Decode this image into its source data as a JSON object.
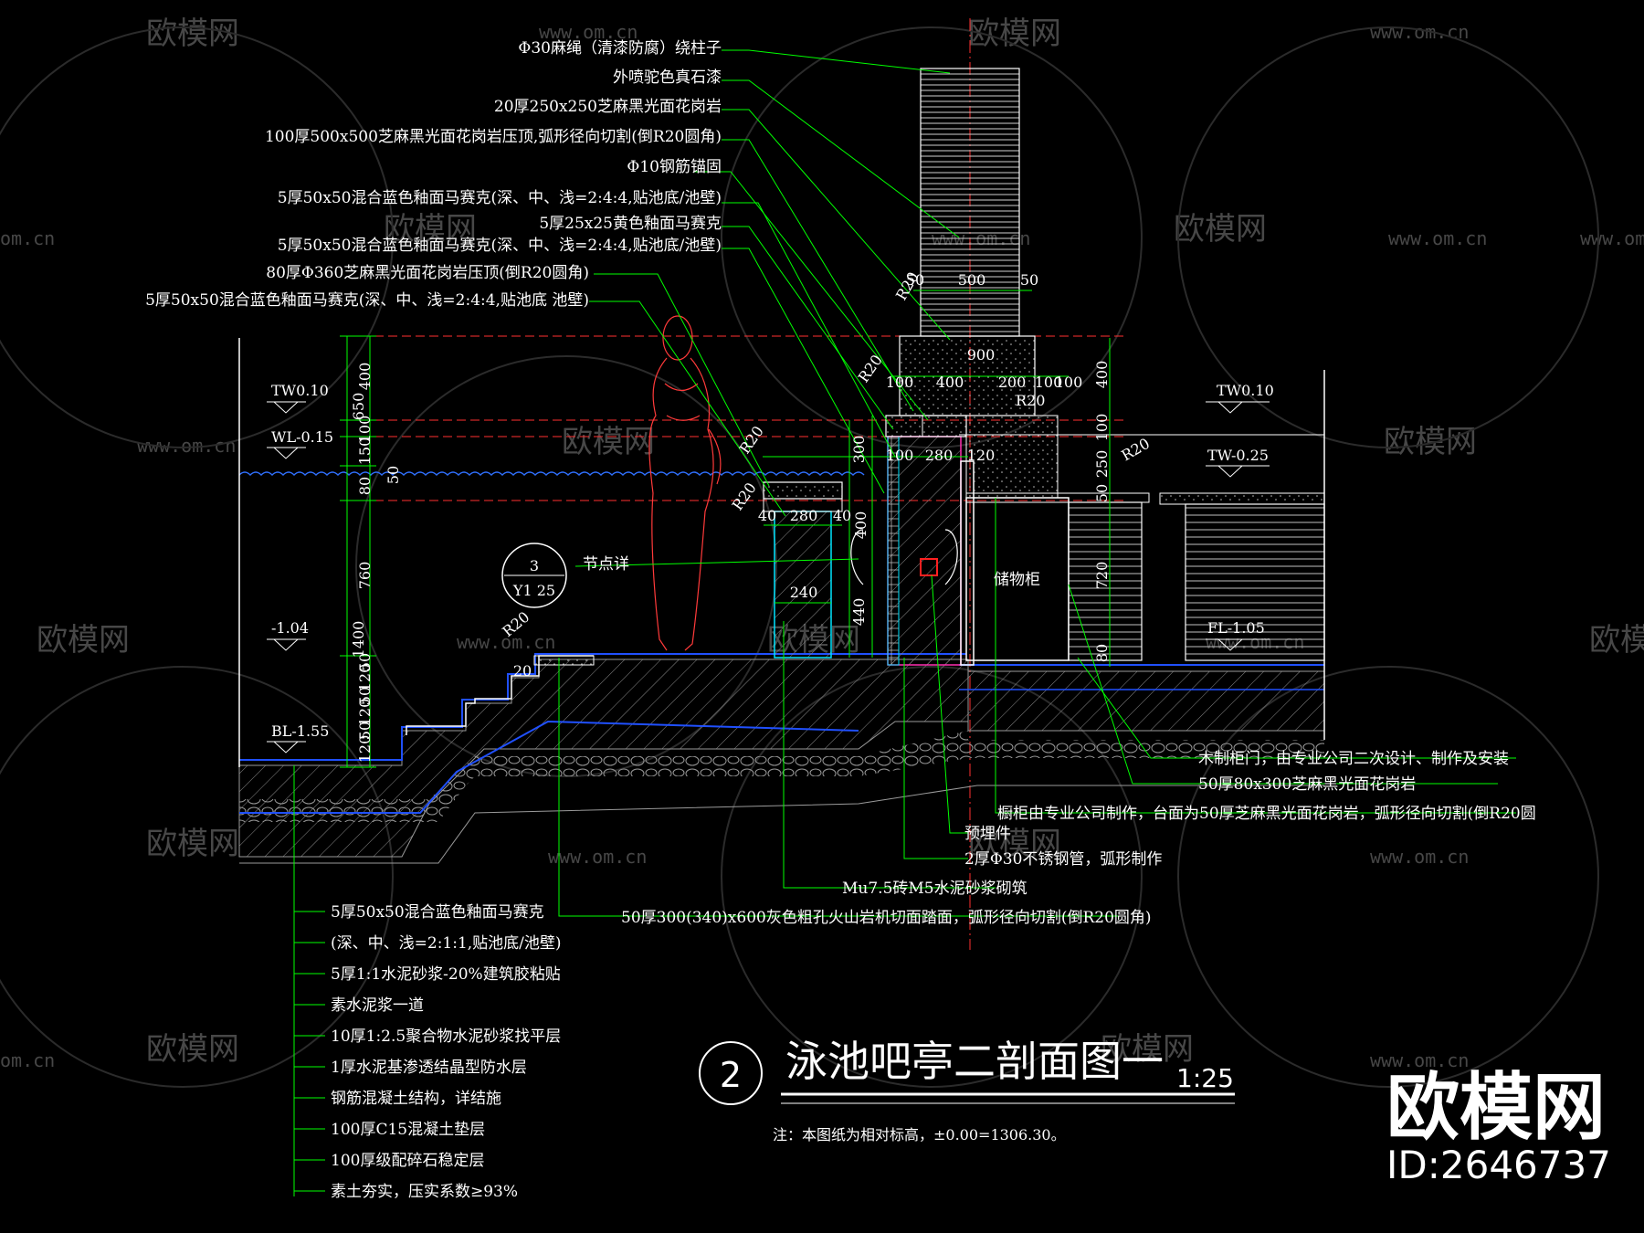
{
  "drawing": {
    "title": "泳池吧亭二剖面图一",
    "number": "2",
    "scale": "1:25",
    "note": "注：本图纸为相对标高，±0.00=1306.30。"
  },
  "brand": {
    "name": "欧模网",
    "id": "ID:2646737",
    "watermark": "欧模网",
    "watermark_url": "www.om.cn",
    "watermark_short": "om.cn"
  },
  "callouts_top": [
    "Φ30麻绳（清漆防腐）绕柱子",
    "外喷驼色真石漆",
    "20厚250x250芝麻黑光面花岗岩",
    "100厚500x500芝麻黑光面花岗岩压顶,弧形径向切割(倒R20圆角)",
    "Φ10钢筋锚固",
    "5厚50x50混合蓝色釉面马赛克(深、中、浅=2:4:4,贴池底/池壁)",
    "5厚25x25黄色釉面马赛克",
    "5厚50x50混合蓝色釉面马赛克(深、中、浅=2:4:4,贴池底/池壁)",
    "80厚Φ360芝麻黑光面花岗岩压顶(倒R20圆角)",
    "5厚50x50混合蓝色釉面马赛克(深、中、浅=2:4:4,贴池底 池壁)"
  ],
  "callouts_right": [
    "木制柜门，由专业公司二次设计、制作及安装",
    "50厚80x300芝麻黑光面花岗岩",
    "橱柜由专业公司制作，台面为50厚芝麻黑光面花岗岩，弧形径向切割(倒R20圆",
    "预埋件",
    "2厚Φ30不锈钢管，弧形制作",
    "Mu7.5砖M5水泥砂浆砌筑",
    "50厚300(340)x600灰色粗孔火山岩机切面踏面，弧形径向切割(倒R20圆角)"
  ],
  "layers": [
    "5厚50x50混合蓝色釉面马赛克",
    "(深、中、浅=2:1:1,贴池底/池壁)",
    "5厚1:1水泥砂浆-20%建筑胶粘贴",
    "素水泥浆一道",
    "10厚1:2.5聚合物水泥砂浆找平层",
    "1厚水泥基渗透结晶型防水层",
    "钢筋混凝土结构，详结施",
    "100厚C15混凝土垫层",
    "100厚级配碎石稳定层",
    "素土夯实，压实系数≥93%"
  ],
  "levels": [
    "TW0.10",
    "WL-0.15",
    "-1.04",
    "BL-1.55",
    "TW0.10",
    "TW-0.25",
    "FL-1.05"
  ],
  "detail_ref": {
    "label": "节点详",
    "number": "3",
    "sheet": "Y1 25"
  },
  "cabinet_label": "储物柜",
  "dims_left_outer": [
    "650",
    "1400"
  ],
  "dims_left_inner": [
    "400",
    "100",
    "150",
    "80",
    "760",
    "50",
    "120",
    "50",
    "120",
    "50",
    "120"
  ],
  "dims_left_small": [
    "50"
  ],
  "dims_column": [
    "50",
    "500",
    "50",
    "900",
    "100",
    "400",
    "200",
    "100",
    "100"
  ],
  "dims_center": [
    "300",
    "100",
    "280",
    "120",
    "40",
    "280",
    "40",
    "240",
    "400",
    "440",
    "20"
  ],
  "dims_right": [
    "400",
    "100",
    "250",
    "50",
    "720",
    "80"
  ],
  "radii": [
    "R20",
    "R20",
    "R20",
    "R20",
    "R20",
    "R20",
    "R20"
  ]
}
